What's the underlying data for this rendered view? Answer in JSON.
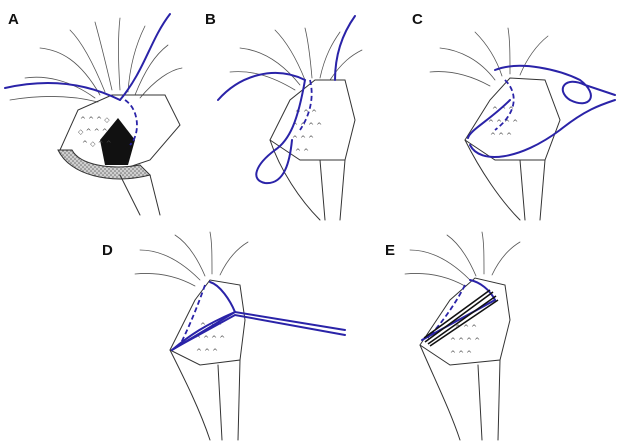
{
  "figure": {
    "panels": [
      {
        "label": "A"
      },
      {
        "label": "B"
      },
      {
        "label": "C"
      },
      {
        "label": "D"
      },
      {
        "label": "E"
      }
    ]
  },
  "colors": {
    "suture": "#2a23a8",
    "outline": "#333333",
    "dark_tissue": "#111111",
    "hatched_tissue": "#9a9a9a"
  }
}
